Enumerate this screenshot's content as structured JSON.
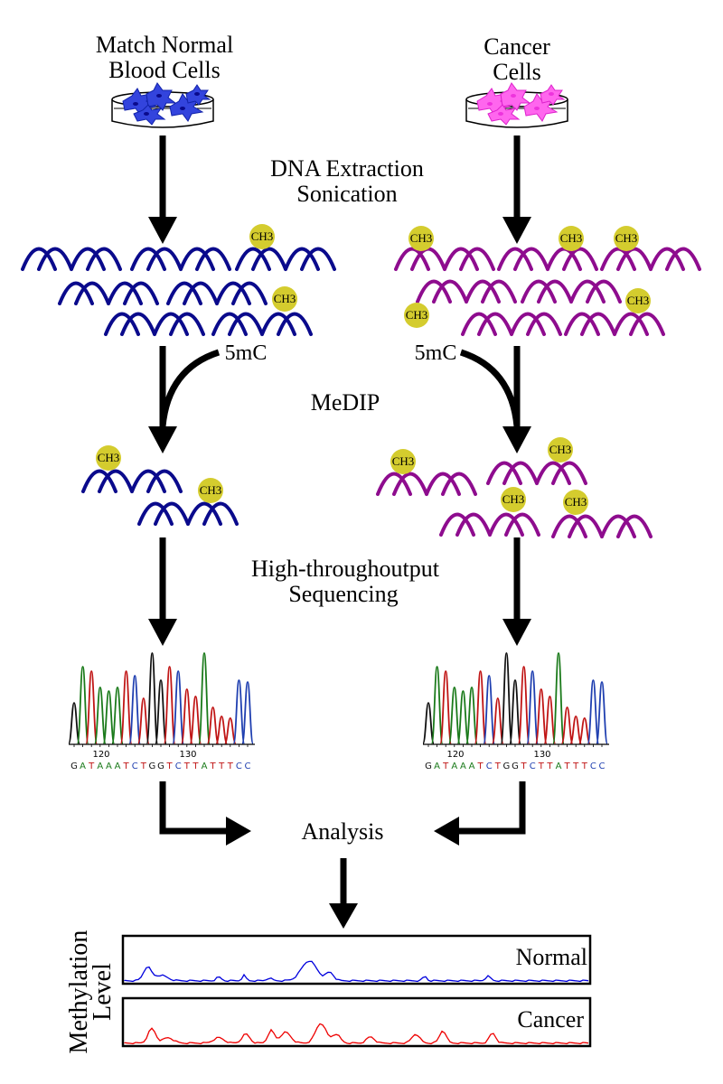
{
  "left_source": {
    "line1": "Match Normal",
    "line2": "Blood Cells"
  },
  "right_source": {
    "line1": "Cancer",
    "line2": "Cells"
  },
  "steps": {
    "extraction_line1": "DNA Extraction",
    "extraction_line2": "Sonication",
    "medip": "MeDIP",
    "sequencing_line1": "High-throughoutput",
    "sequencing_line2": "Sequencing",
    "analysis": "Analysis"
  },
  "methyl_label": "CH3",
  "mark_5mc": "5mC",
  "chromatogram": {
    "tick_120": "120",
    "tick_130": "130",
    "bases": [
      "G",
      "A",
      "T",
      "A",
      "A",
      "A",
      "T",
      "C",
      "T",
      "G",
      "G",
      "T",
      "C",
      "T",
      "T",
      "A",
      "T",
      "T",
      "T",
      "C",
      "C"
    ]
  },
  "result": {
    "ylabel_line1": "Methylation",
    "ylabel_line2": "Level",
    "normal_label": "Normal",
    "cancer_label": "Cancer"
  },
  "colors": {
    "normal": "#0a0a8c",
    "cancer": "#8e0c8e",
    "methyl": "#d4cc2e",
    "base_A": "#1a7a1a",
    "base_C": "#1f3fb0",
    "base_G": "#111111",
    "base_T": "#c01515",
    "normal_track": "#0000dd",
    "cancer_track": "#ee0000"
  }
}
